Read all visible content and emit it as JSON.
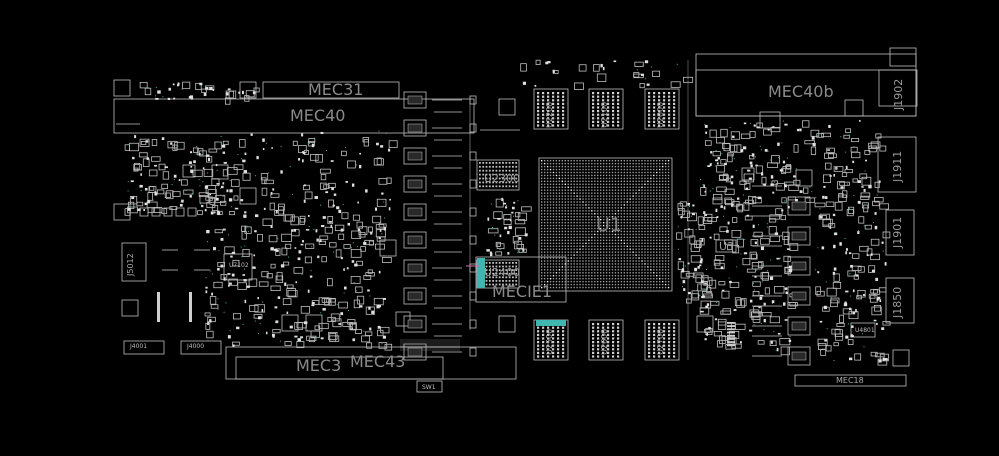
{
  "labels": {
    "mec31": "MEC31",
    "mec40": "MEC40",
    "mec40b": "MEC40b",
    "mec3": "MEC3",
    "mec43": "MEC43",
    "mecie1": "MECIE1",
    "mec18": "MEC18",
    "u1": "U1",
    "u2300": "U2300",
    "u2400": "U2400",
    "u2200": "U2200",
    "u2100": "U2100",
    "u2000": "U2000",
    "u2500": "U2500",
    "u2600": "U2600",
    "u2700": "U2700",
    "u3": "U3",
    "j5012": "J5012",
    "j1911": "J1911",
    "j1901": "J1901",
    "j1850": "J1850",
    "j1902": "J1902",
    "j4001": "J4001",
    "j4000": "J4000",
    "sw1": "SW1",
    "u7102": "U7102",
    "u4801": "U4801"
  },
  "colors": {
    "background": "#000000",
    "outline": "#bfbfbf",
    "silkscreen": "#8e8e8e",
    "pad": "#d9d9d9",
    "accent_teal": "#3fb6b0",
    "accent_pink": "#d46aa0"
  }
}
